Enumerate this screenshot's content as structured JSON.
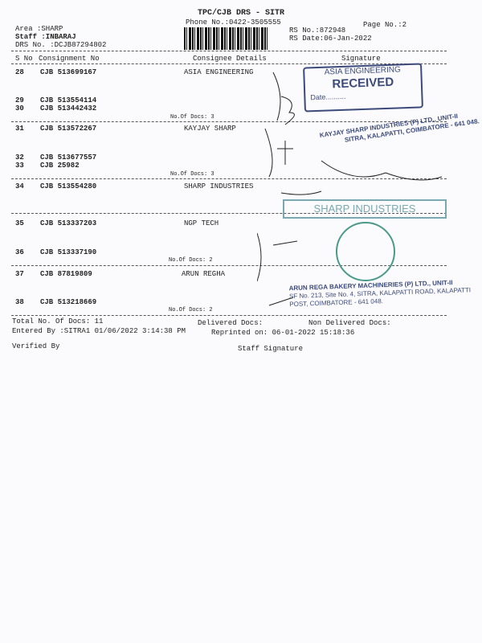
{
  "header": {
    "title": "TPC/CJB  DRS - SITR",
    "phone": "Phone No.:0422-3505555",
    "page": "Page No.:2",
    "area": "Area :SHARP",
    "staff": "Staff :INBARAJ",
    "drs_no": "DRS No. :DCJB87294802",
    "rs_no": "RS No.:872948",
    "rs_date": "RS Date:06-Jan-2022"
  },
  "columns": {
    "sno": "S No",
    "consignment": "Consignment No",
    "consignee": "Consignee Details",
    "signature": "Signature"
  },
  "rows": [
    {
      "sno": "28",
      "cn": "CJB 513699167",
      "consignee": "ASIA ENGINEERING"
    },
    {
      "sno": "29",
      "cn": "CJB 513554114"
    },
    {
      "sno": "30",
      "cn": "CJB 513442432"
    },
    {
      "sno": "31",
      "cn": "CJB 513572267",
      "consignee": "KAYJAY SHARP"
    },
    {
      "sno": "32",
      "cn": "CJB 513677557"
    },
    {
      "sno": "33",
      "cn": "CJB 25982"
    },
    {
      "sno": "34",
      "cn": "CJB 513554280",
      "consignee": "SHARP INDUSTRIES"
    },
    {
      "sno": "35",
      "cn": "CJB 513337203",
      "consignee": "NGP TECH"
    },
    {
      "sno": "36",
      "cn": "CJB 513337190"
    },
    {
      "sno": "37",
      "cn": "CJB 87819809",
      "consignee": "ARUN REGHA"
    },
    {
      "sno": "38",
      "cn": "CJB 513218669"
    }
  ],
  "doc_counts": [
    "No.Of Docs: 3",
    "No.Of Docs: 3",
    "No.Of Docs: 2",
    "No.Of Docs: 2"
  ],
  "footer": {
    "total": "Total No. Of Docs:  11",
    "delivered": "Delivered Docs:",
    "non_delivered": "Non Delivered Docs:",
    "entered_by": "Entered By :SITRA1 01/06/2022 3:14:38 PM",
    "reprinted": "Reprinted on: 06-01-2022 15:18:36",
    "verified": "Verified By",
    "staff_sig": "Staff Signature"
  },
  "stamps": {
    "asia": "ASIA ENGINEERING",
    "received": "RECEIVED",
    "date": "Date..........",
    "sharp": "SHARP INDUSTRIES",
    "arun": "ARUN REGA BAKERY MACHINERIES (P) LTD., UNIT-II",
    "arun_addr": "SF No. 213, Site No. 4, SITRA, KALAPATTI ROAD, KALAPATTI POST, COIMBATORE - 641 048.",
    "kayjay": "KAYJAY SHARP INDUSTRIES (P) LTD., UNIT-II",
    "kayjay_addr": "SITRA, KALAPATTI, COIMBATORE - 641 048."
  }
}
